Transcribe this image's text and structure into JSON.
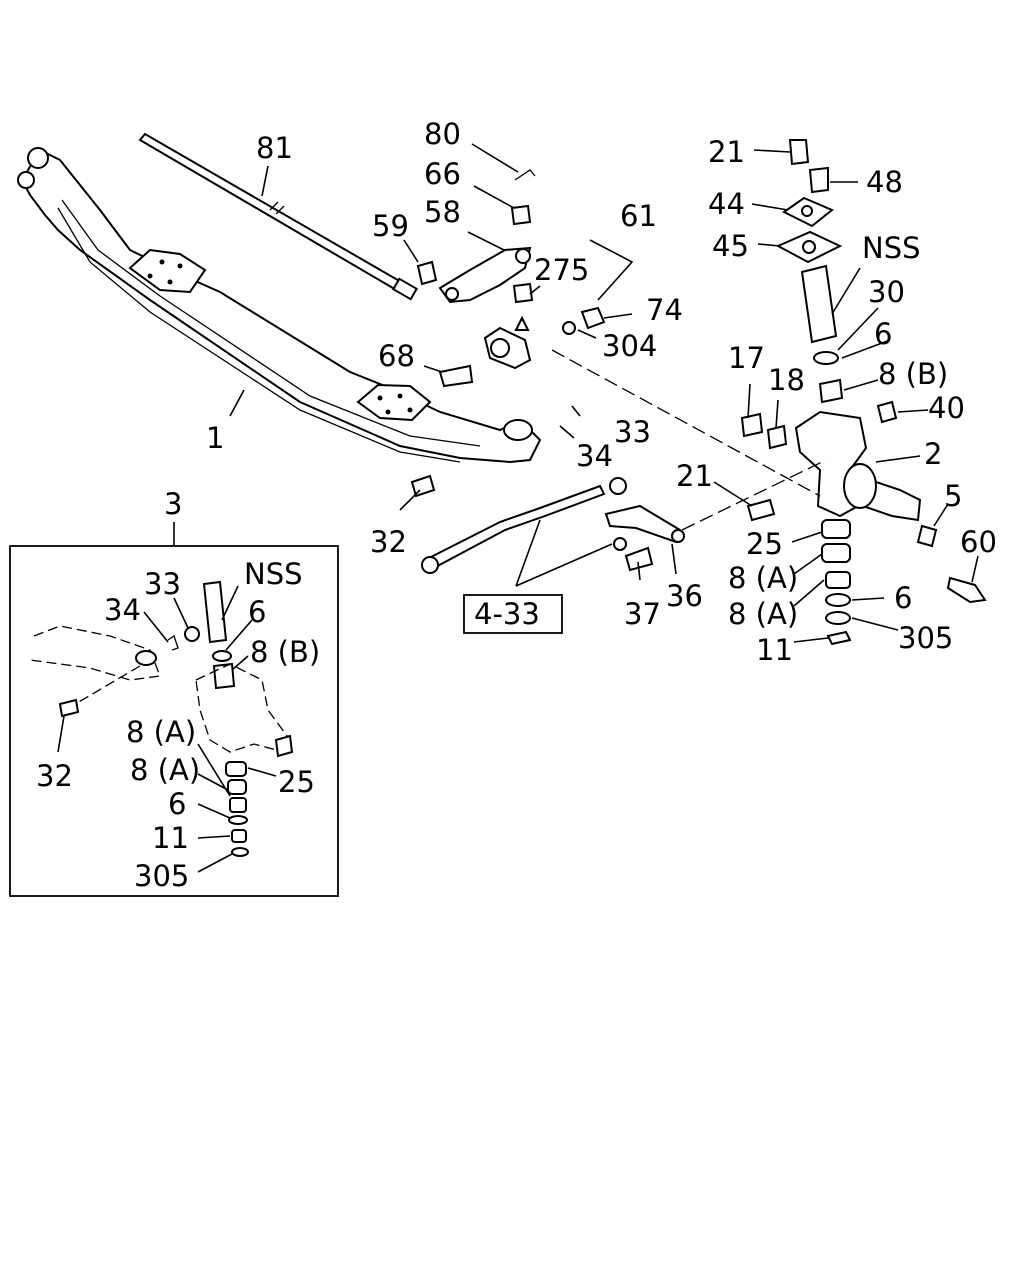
{
  "diagram": {
    "background": "#ffffff",
    "ink": "#000000",
    "reference_box_label": "4-33",
    "inset_title": "3",
    "labels": {
      "n81": "81",
      "n80": "80",
      "n66": "66",
      "n58": "58",
      "n59": "59",
      "n61": "61",
      "n275": "275",
      "n74": "74",
      "n304": "304",
      "n68": "68",
      "n1": "1",
      "n33": "33",
      "n34": "34",
      "n32": "32",
      "n21a": "21",
      "n48": "48",
      "n44": "44",
      "n45": "45",
      "nss": "NSS",
      "n30": "30",
      "n6": "6",
      "n8b": "8 (B)",
      "n17": "17",
      "n18": "18",
      "n40": "40",
      "n2": "2",
      "n21b": "21",
      "n5": "5",
      "n25": "25",
      "n60": "60",
      "n8a1": "8 (A)",
      "n8a2": "8 (A)",
      "n6b": "6",
      "n11": "11",
      "n305": "305",
      "n36": "36",
      "n37": "37"
    },
    "inset_labels": {
      "n33": "33",
      "nss": "NSS",
      "n34": "34",
      "n6": "6",
      "n8b": "8 (B)",
      "n32": "32",
      "n8a1": "8 (A)",
      "n8a2": "8 (A)",
      "n25": "25",
      "n6b": "6",
      "n11": "11",
      "n305": "305"
    }
  }
}
